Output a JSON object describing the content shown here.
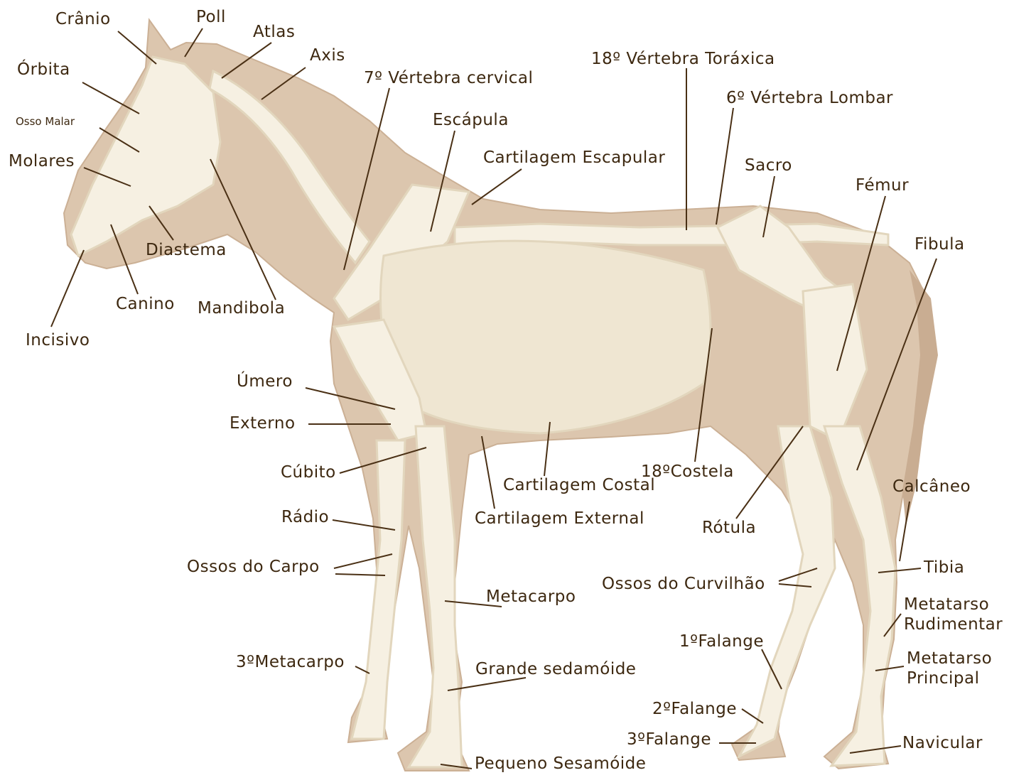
{
  "diagram": {
    "colors": {
      "body": "#dcc6ae",
      "body_shade": "#c9ad92",
      "bone": "#f6f0e2",
      "bone_edge": "#e2d6bd",
      "leader": "#4a3015",
      "text": "#3d2810"
    },
    "labels": {
      "cranio": "Crânio",
      "poll": "Poll",
      "atlas": "Atlas",
      "axis": "Axis",
      "orbita": "Órbita",
      "osso_malar": "Osso Malar",
      "molares": "Molares",
      "diastema": "Diastema",
      "canino": "Canino",
      "mandibula": "Mandibola",
      "incisivo": "Incisivo",
      "vertebra_cervical": "7º Vértebra cervical",
      "escapula": "Escápula",
      "cartilagem_escapular": "Cartilagem Escapular",
      "vertebra_toraxica": "18º Vértebra Toráxica",
      "vertebra_lombar": "6º Vértebra Lombar",
      "sacro": "Sacro",
      "femur": "Fémur",
      "fibula": "Fibula",
      "umero": "Úmero",
      "externo": "Externo",
      "cubito": "Cúbito",
      "costela": "18ºCostela",
      "cartilagem_costal": "Cartilagem Costal",
      "cartilagem_external": "Cartilagem External",
      "radio": "Rádio",
      "rotula": "Rótula",
      "calcaneo": "Calcâneo",
      "ossos_carpo": "Ossos do Carpo",
      "ossos_curvilhao": "Ossos do Curvilhão",
      "tibia": "Tibia",
      "metacarpo": "Metacarpo",
      "metatarso_rudimentar_1": "Metatarso",
      "metatarso_rudimentar_2": "Rudimentar",
      "falange_1": "1ºFalange",
      "metacarpo_3": "3ºMetacarpo",
      "metatarso_principal_1": "Metatarso",
      "metatarso_principal_2": "Principal",
      "grande_sesamoide": "Grande sedamóide",
      "falange_2": "2ºFalange",
      "falange_3": "3ºFalange",
      "navicular": "Navicular",
      "pequeno_sesamoide": "Pequeno Sesamóide"
    }
  }
}
